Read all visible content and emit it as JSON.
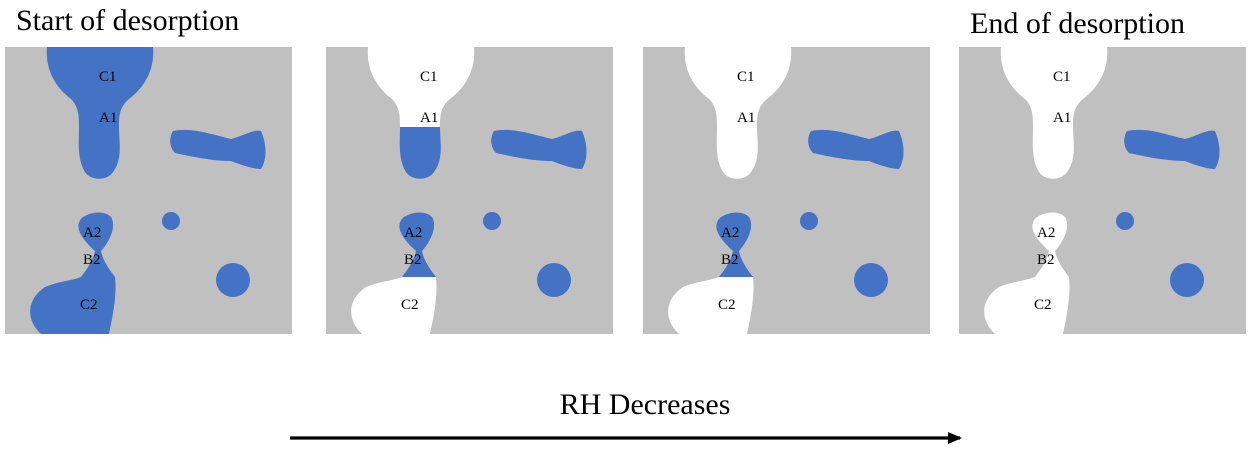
{
  "diagram": {
    "start_label": "Start of desorption",
    "end_label": "End of desorption",
    "axis_label": "RH Decreases",
    "pore_labels": {
      "c1": "C1",
      "a1": "A1",
      "a2": "A2",
      "b2": "B2",
      "c2": "C2"
    },
    "panels": [
      {
        "name": "stage-1",
        "pore_c1": "filled",
        "neck_a1": "filled",
        "pore_a2": "filled",
        "neck_b2": "filled",
        "pore_c2": "filled"
      },
      {
        "name": "stage-2",
        "pore_c1": "empty",
        "neck_a1": "filled",
        "pore_a2": "filled",
        "neck_b2": "filled",
        "pore_c2": "empty"
      },
      {
        "name": "stage-3",
        "pore_c1": "empty",
        "neck_a1": "empty",
        "pore_a2": "filled",
        "neck_b2": "filled",
        "pore_c2": "empty"
      },
      {
        "name": "stage-4",
        "pore_c1": "empty",
        "neck_a1": "empty",
        "pore_a2": "empty",
        "neck_b2": "empty",
        "pore_c2": "empty"
      }
    ],
    "colors": {
      "background_solid": "#c0c0c0",
      "water_filled": "#4472c4",
      "empty_pore": "#ffffff",
      "text": "#000000"
    }
  }
}
